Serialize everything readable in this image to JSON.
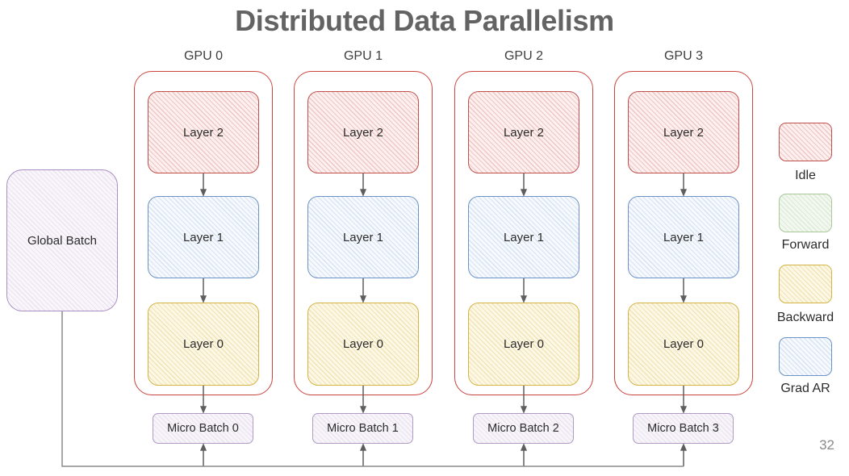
{
  "slide": {
    "title": "Distributed Data Parallelism",
    "page_number": "32",
    "title_color": "#636363",
    "background": "#ffffff"
  },
  "global_batch": {
    "label": "Global Batch",
    "border_color": "#a98ec2",
    "fill_color": "#f9f6fb"
  },
  "gpus": [
    {
      "label": "GPU 0",
      "frame_color": "#c9443c",
      "layers": [
        {
          "label": "Layer 2",
          "state": "Idle",
          "color": "#c0504d"
        },
        {
          "label": "Layer 1",
          "state": "Grad AR",
          "color": "#6b93c7"
        },
        {
          "label": "Layer 0",
          "state": "Backward",
          "color": "#d3b343"
        }
      ],
      "micro_batch": "Micro Batch 0"
    },
    {
      "label": "GPU 1",
      "frame_color": "#c9443c",
      "layers": [
        {
          "label": "Layer 2",
          "state": "Idle",
          "color": "#c0504d"
        },
        {
          "label": "Layer 1",
          "state": "Grad AR",
          "color": "#6b93c7"
        },
        {
          "label": "Layer 0",
          "state": "Backward",
          "color": "#d3b343"
        }
      ],
      "micro_batch": "Micro Batch 1"
    },
    {
      "label": "GPU 2",
      "frame_color": "#c9443c",
      "layers": [
        {
          "label": "Layer 2",
          "state": "Idle",
          "color": "#c0504d"
        },
        {
          "label": "Layer 1",
          "state": "Grad AR",
          "color": "#6b93c7"
        },
        {
          "label": "Layer 0",
          "state": "Backward",
          "color": "#d3b343"
        }
      ],
      "micro_batch": "Micro Batch 2"
    },
    {
      "label": "GPU 3",
      "frame_color": "#c9443c",
      "layers": [
        {
          "label": "Layer 2",
          "state": "Idle",
          "color": "#c0504d"
        },
        {
          "label": "Layer 1",
          "state": "Grad AR",
          "color": "#6b93c7"
        },
        {
          "label": "Layer 0",
          "state": "Backward",
          "color": "#d3b343"
        }
      ],
      "micro_batch": "Micro Batch 3"
    }
  ],
  "legend": {
    "items": [
      {
        "label": "Idle",
        "color": "#c0504d",
        "fill": "#fdf0ef"
      },
      {
        "label": "Forward",
        "color": "#a8c79a",
        "fill": "#f2f7ef"
      },
      {
        "label": "Backward",
        "color": "#d3b343",
        "fill": "#fdf8e6"
      },
      {
        "label": "Grad AR",
        "color": "#6b93c7",
        "fill": "#f6f9fd"
      }
    ]
  }
}
